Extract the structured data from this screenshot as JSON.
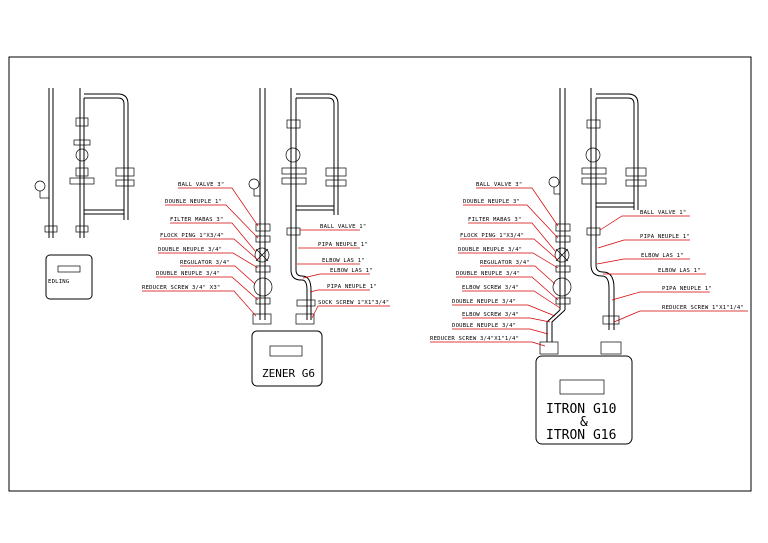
{
  "meters": {
    "left": "EDLING",
    "middle": "ZENER G6",
    "right_line1": "ITRON G10",
    "right_line2": "&",
    "right_line3": "ITRON G16"
  },
  "middle_labels": {
    "left": [
      "BALL VALVE 3\"",
      "DOUBLE NEUPLE 1\"",
      "FILTER MABAS 3\"",
      "FLOCK PING 1\"X3/4\"",
      "DOUBLE NEUPLE 3/4\"",
      "REGULATOR 3/4\"",
      "DOUBLE NEUPLE 3/4\"",
      "REDUCER SCREW 3/4\" X3\""
    ],
    "right": [
      "BALL VALVE 1\"",
      "PIPA NEUPLE 1\"",
      "ELBOW LAS 1\"",
      "ELBOW LAS 1\"",
      "PIPA NEUPLE 1\"",
      "SOCK SCREW 1\"X1\"3/4\""
    ]
  },
  "right_labels": {
    "left": [
      "BALL VALVE 3\"",
      "DOUBLE NEUPLE 3\"",
      "FILTER MABAS 3\"",
      "FLOCK PING 1\"X3/4\"",
      "DOUBLE NEUPLE 3/4\"",
      "REGULATOR 3/4\"",
      "DOUBLE NEUPLE 3/4\"",
      "ELBOW SCREW 3/4\"",
      "DOUBLE NEUPLE 3/4\"",
      "ELBOW SCREW 3/4\"",
      "DOUBLE NEUPLE 3/4\"",
      "REDUCER SCREW 3/4\"X1\"1/4\""
    ],
    "right": [
      "BALL VALVE 1\"",
      "PIPA NEUPLE 1\"",
      "ELBOW LAS 1\"",
      "ELBOW LAS 1\"",
      "PIPA NEUPLE 1\"",
      "REDUCER SCREW 1\"X1\"1/4\""
    ]
  },
  "colors": {
    "leader": "#d40000",
    "lines": "#000000"
  }
}
